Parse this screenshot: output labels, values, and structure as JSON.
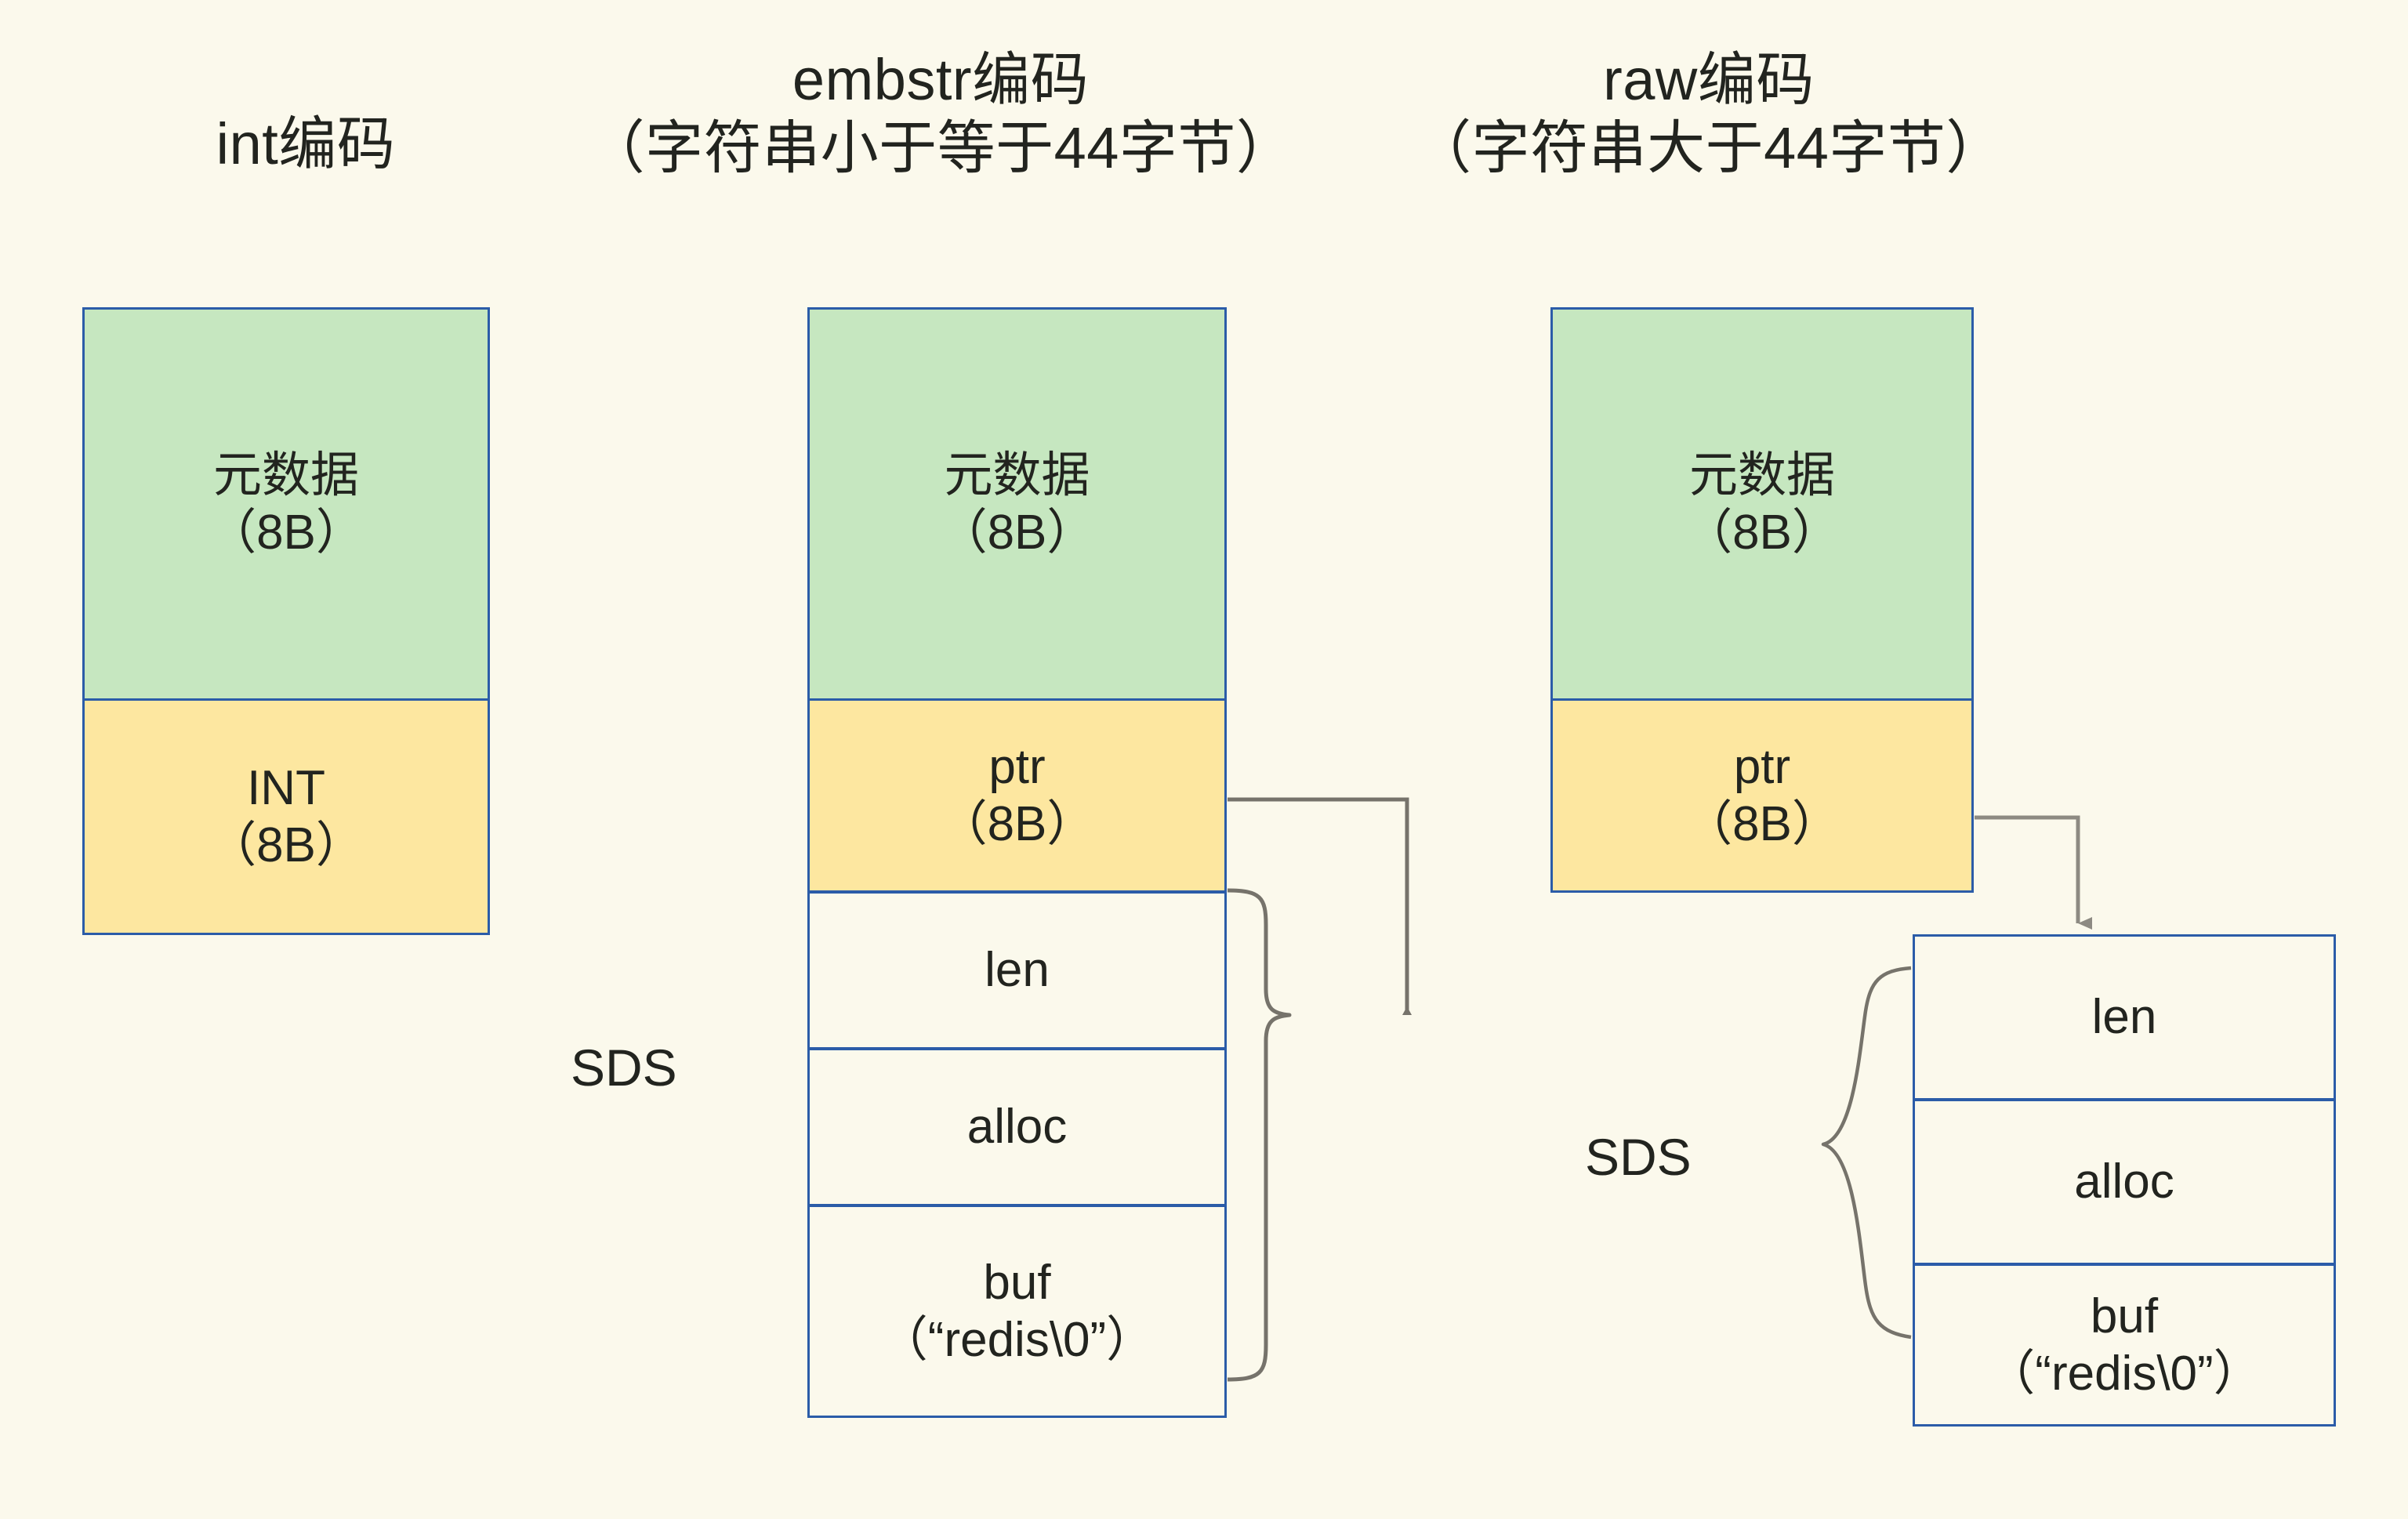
{
  "diagram": {
    "background_color": "#fbf9ec",
    "border_color": "#2b5ca8",
    "metadata_fill": "#c6e7c0",
    "pointer_fill": "#fde7a0",
    "connector_color": "#76736b"
  },
  "columns": [
    {
      "id": "int",
      "title_lines": [
        "int编码"
      ],
      "cells": [
        {
          "id": "metadata",
          "lines": [
            "元数据",
            "（8B）"
          ],
          "fill": "green"
        },
        {
          "id": "value",
          "lines": [
            "INT",
            "（8B）"
          ],
          "fill": "yellow"
        }
      ]
    },
    {
      "id": "embstr",
      "title_lines": [
        "embstr编码",
        "（字符串小于等于44字节）"
      ],
      "sds_label": "SDS",
      "cells": [
        {
          "id": "metadata",
          "lines": [
            "元数据",
            "（8B）"
          ],
          "fill": "green"
        },
        {
          "id": "ptr",
          "lines": [
            "ptr",
            "（8B）"
          ],
          "fill": "yellow"
        },
        {
          "id": "len",
          "lines": [
            "len"
          ],
          "fill": "none"
        },
        {
          "id": "alloc",
          "lines": [
            "alloc"
          ],
          "fill": "none"
        },
        {
          "id": "buf",
          "lines": [
            "buf",
            "（“redis\\0”）"
          ],
          "fill": "none"
        }
      ]
    },
    {
      "id": "raw",
      "title_lines": [
        "raw编码",
        "（字符串大于44字节）"
      ],
      "sds_label": "SDS",
      "cells": [
        {
          "id": "metadata",
          "lines": [
            "元数据",
            "（8B）"
          ],
          "fill": "green"
        },
        {
          "id": "ptr",
          "lines": [
            "ptr",
            "（8B）"
          ],
          "fill": "yellow"
        },
        {
          "id": "len",
          "lines": [
            "len"
          ],
          "fill": "none"
        },
        {
          "id": "alloc",
          "lines": [
            "alloc"
          ],
          "fill": "none"
        },
        {
          "id": "buf",
          "lines": [
            "buf",
            "（“redis\\0”）"
          ],
          "fill": "none"
        }
      ]
    }
  ]
}
